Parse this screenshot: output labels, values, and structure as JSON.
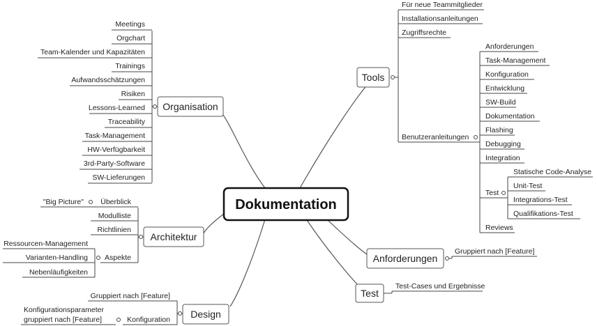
{
  "center": "Dokumentation",
  "organisation": {
    "label": "Organisation",
    "items": [
      "Meetings",
      "Orgchart",
      "Team-Kalender und Kapazitäten",
      "Trainings",
      "Aufwandsschätzungen",
      "Risiken",
      "Lessons-Learned",
      "Traceability",
      "Task-Management",
      "HW-Verfügbarkeit",
      "3rd-Party-Software",
      "SW-Lieferungen"
    ]
  },
  "architektur": {
    "label": "Architektur",
    "ueberblick": "Überblick",
    "big_picture": "\"Big Picture\"",
    "modulliste": "Modulliste",
    "richtlinien": "Richtlinien",
    "aspekte": "Aspekte",
    "aspekte_items": [
      "Ressourcen-Management",
      "Varianten-Handling",
      "Nebenläufigkeiten"
    ]
  },
  "design": {
    "label": "Design",
    "gruppiert": "Gruppiert nach [Feature]",
    "konfiguration": "Konfiguration",
    "konf_param_line1": "Konfigurationsparameter",
    "konf_param_line2": "gruppiert nach [Feature]"
  },
  "tools": {
    "label": "Tools",
    "items": [
      "Für neue Teammitglieder",
      "Installationsanleitungen",
      "Zugriffsrechte"
    ],
    "benutzer": "Benutzeranleitungen",
    "benutzer_items": [
      "Anforderungen",
      "Task-Management",
      "Konfiguration",
      "Entwicklung",
      "SW-Build",
      "Dokumentation",
      "Flashing",
      "Debugging",
      "Integration"
    ],
    "test": "Test",
    "test_items": [
      "Statische Code-Analyse",
      "Unit-Test",
      "Integrations-Test",
      "Qualifikations-Test"
    ],
    "reviews": "Reviews"
  },
  "anforderungen": {
    "label": "Anforderungen",
    "child": "Gruppiert nach [Feature]"
  },
  "test": {
    "label": "Test",
    "child": "Test-Cases und Ergebnisse"
  }
}
